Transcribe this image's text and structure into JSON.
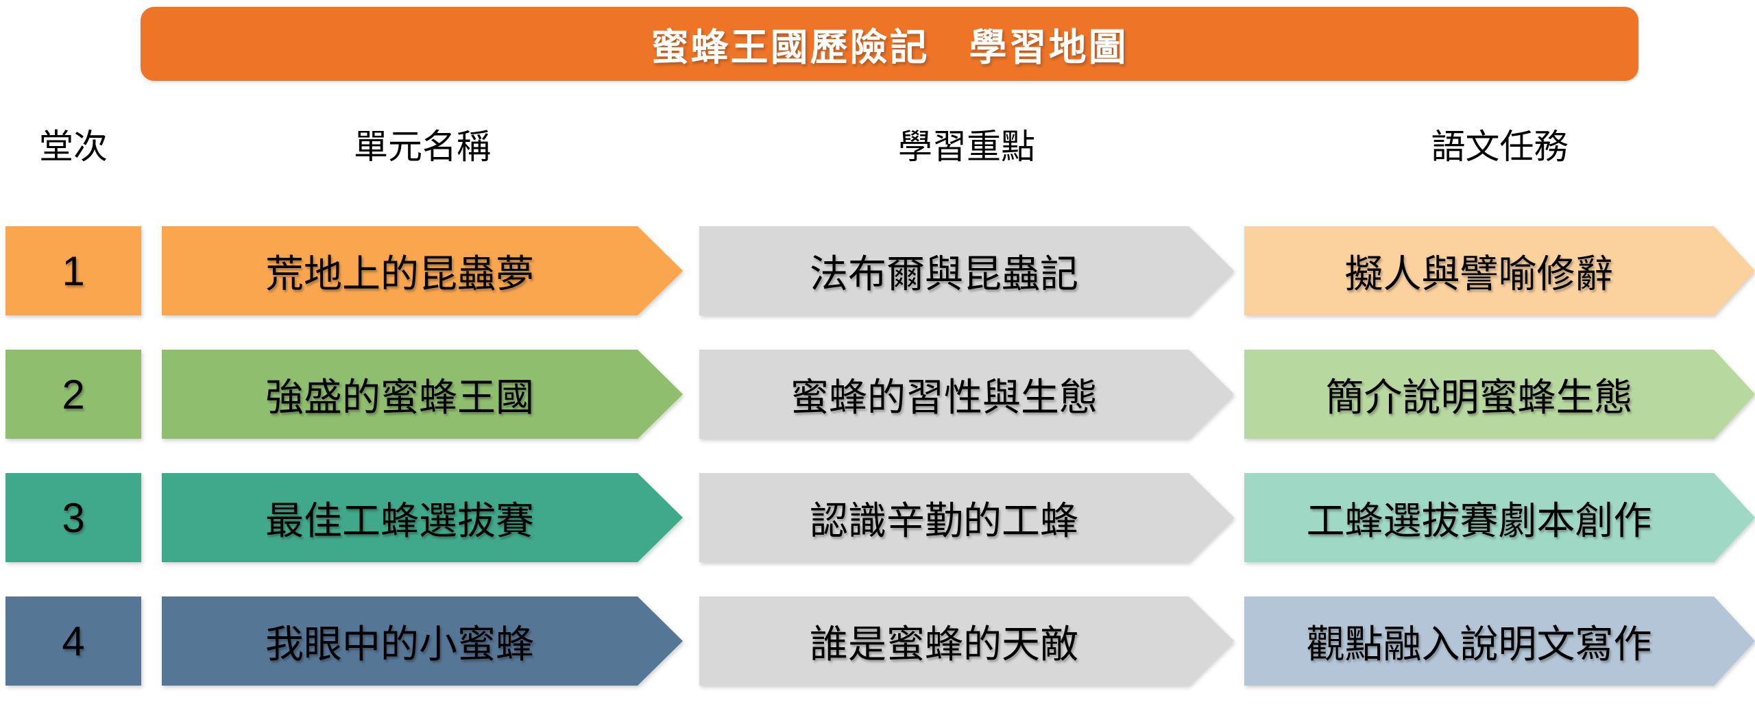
{
  "title": "蜜蜂王國歷險記　學習地圖",
  "colors": {
    "banner": "#EE7428",
    "focus_gray": "#D8D8D8"
  },
  "columns": {
    "session": "堂次",
    "unit": "單元名稱",
    "focus": "學習重點",
    "task": "語文任務"
  },
  "rows": [
    {
      "num": "1",
      "unit": "荒地上的昆蟲夢",
      "focus": "法布爾與昆蟲記",
      "task": "擬人與譬喻修辭",
      "row_color": "#FAA64F",
      "task_color": "#FBD19E"
    },
    {
      "num": "2",
      "unit": "強盛的蜜蜂王國",
      "focus": "蜜蜂的習性與生態",
      "task": "簡介說明蜜蜂生態",
      "row_color": "#8FBE6E",
      "task_color": "#B7D89E"
    },
    {
      "num": "3",
      "unit": "最佳工蜂選拔賽",
      "focus": "認識辛勤的工蜂",
      "task": "工蜂選拔賽劇本創作",
      "row_color": "#41A98B",
      "task_color": "#9FD9C5"
    },
    {
      "num": "4",
      "unit": "我眼中的小蜜蜂",
      "focus": "誰是蜜蜂的天敵",
      "task": "觀點融入說明文寫作",
      "row_color": "#567696",
      "task_color": "#B3C5D6"
    }
  ]
}
